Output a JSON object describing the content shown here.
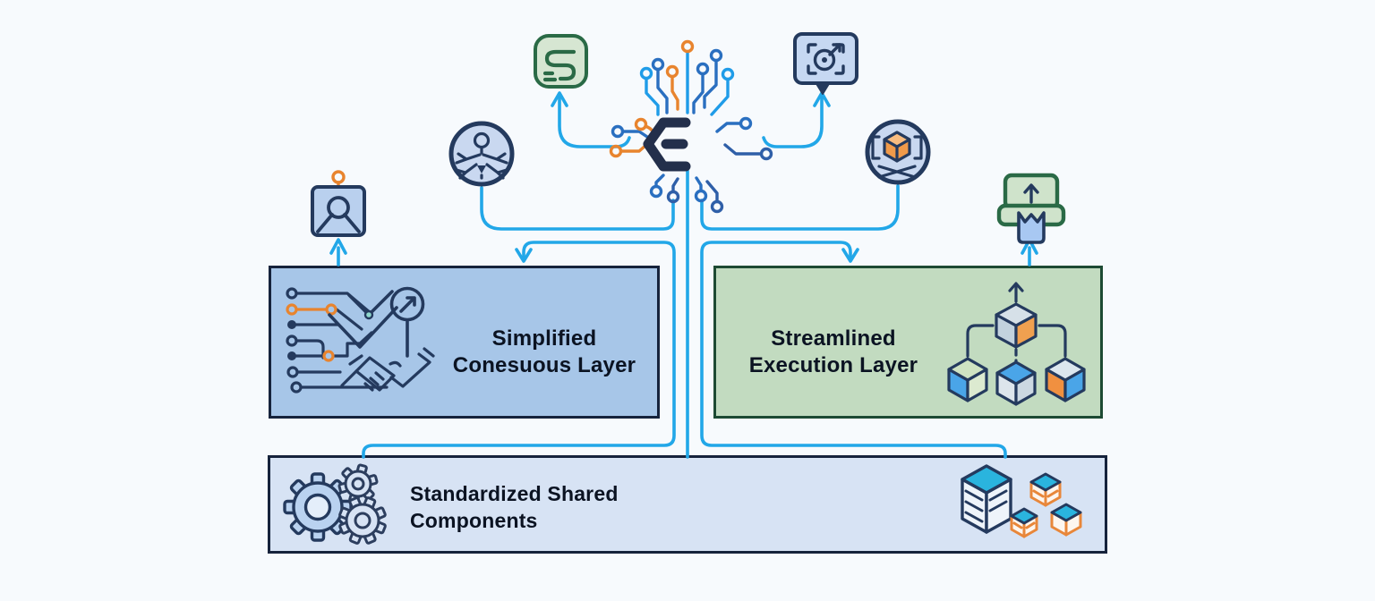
{
  "diagram": {
    "center_logo": "E",
    "consensus_layer": {
      "line1": "Simplified",
      "line2": "Conesuous Layer"
    },
    "execution_layer": {
      "line1": "Streamlined",
      "line2": "Execution Layer"
    },
    "shared_components": {
      "line1": "Standardized Shared",
      "line2": "Components"
    },
    "icons": [
      "spec-doc-icon",
      "target-bubble-icon",
      "delegation-network-icon",
      "package-cube-icon",
      "avatar-frame-icon",
      "laptop-upload-icon",
      "consensus-circuit-handshake-icon",
      "execution-cubes-tree-icon",
      "gears-icon",
      "server-stack-icon",
      "e-logo-circuit"
    ],
    "colors": {
      "background": "#f7fafd",
      "connector": "#22a7e8",
      "navy": "#243a5e",
      "blue_trace": "#2a6fc0",
      "orange": "#e8842e",
      "consensus_fill": "#a7c6e8",
      "execution_fill": "#c2dbc0",
      "shared_fill": "#d7e3f4",
      "execution_border": "#1d4a33",
      "box_border": "#16233c"
    }
  }
}
